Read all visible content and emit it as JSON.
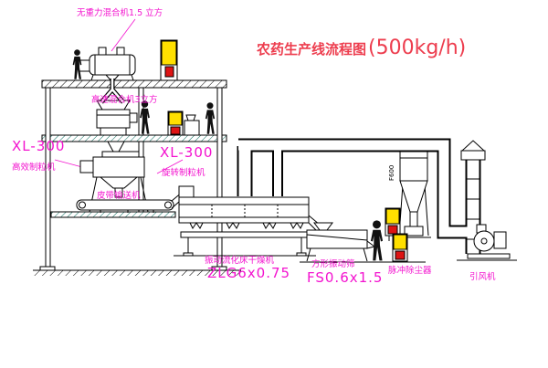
{
  "title": {
    "main": "农药生产线流程图",
    "capacity": "(500kg/h)"
  },
  "labels": {
    "top_mixer": "无重力混合机1.5 立方",
    "mid_mixer": "高速混合机3立方",
    "left_granulator_model": "XL-300",
    "left_granulator": "高效制粒机",
    "right_granulator_model": "XL-300",
    "right_granulator": "旋转制粒机",
    "belt_conveyor": "皮带输送机",
    "dryer": "振动流化床干燥机",
    "dryer_model": "ZLG6x0.75",
    "screen": "方形振动筛",
    "screen_model": "FS0.6x1.5",
    "dust_collector": "脉冲除尘器",
    "fan": "引风机",
    "cyclone_diameter": "F600"
  },
  "colors": {
    "magenta": "#f313cf",
    "title_red": "#ed3d4e",
    "line": "#000000",
    "cab_yellow": "#ffe000",
    "cab_red": "#dd1414",
    "hatch": "#0e6e60",
    "person": "#111111"
  }
}
